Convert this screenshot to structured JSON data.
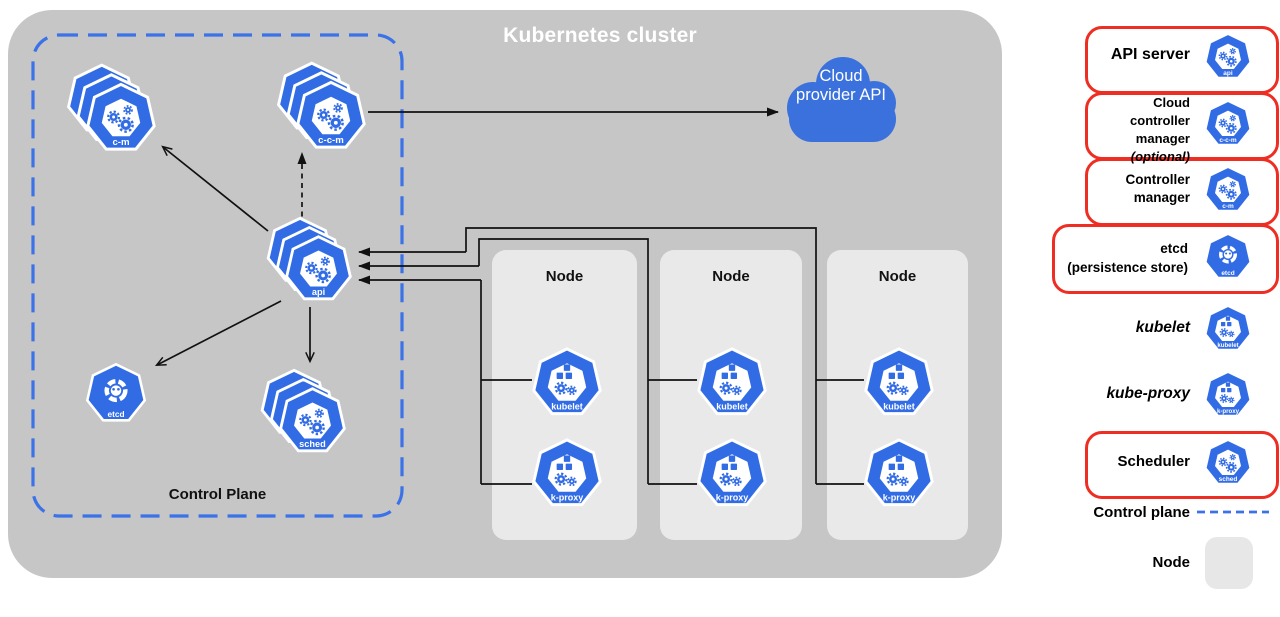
{
  "colors": {
    "k8s_blue": "#326ce5",
    "cloud_blue": "#3a71dc",
    "cluster_gray": "#c6c6c6",
    "node_gray": "#e9e9e9",
    "legend_red": "#ee2e23",
    "dash_blue": "#3b72e8",
    "line_black": "#111111"
  },
  "cluster": {
    "title": "Kubernetes cluster",
    "control_plane_label": "Control Plane",
    "cloud_label": "Cloud provider API"
  },
  "hex_labels": {
    "api": "api",
    "ccm": "c-c-m",
    "cm": "c-m",
    "etcd": "etcd",
    "sched": "sched",
    "kubelet": "kubelet",
    "kproxy": "k-proxy"
  },
  "nodes": [
    {
      "label": "Node"
    },
    {
      "label": "Node"
    },
    {
      "label": "Node"
    }
  ],
  "icons": {
    "control_plane_component": "gears-icon",
    "node_component": "cubes-and-gears-icon",
    "etcd_component": "etcd-face-icon",
    "cloud": "cloud-shape"
  },
  "legend": {
    "rows": [
      {
        "label": "API server",
        "boxed": true
      },
      {
        "label": "Cloud controller manager",
        "sub": "(optional)",
        "boxed": true
      },
      {
        "label": "Controller manager",
        "boxed": true
      },
      {
        "label": "etcd",
        "sub": "(persistence store)",
        "boxed": true
      },
      {
        "label": "kubelet",
        "boxed": false
      },
      {
        "label": "kube-proxy",
        "boxed": false
      },
      {
        "label": "Scheduler",
        "boxed": true
      },
      {
        "label": "Control plane",
        "swatch": "dashed-line"
      },
      {
        "label": "Node",
        "swatch": "node-box"
      }
    ]
  }
}
